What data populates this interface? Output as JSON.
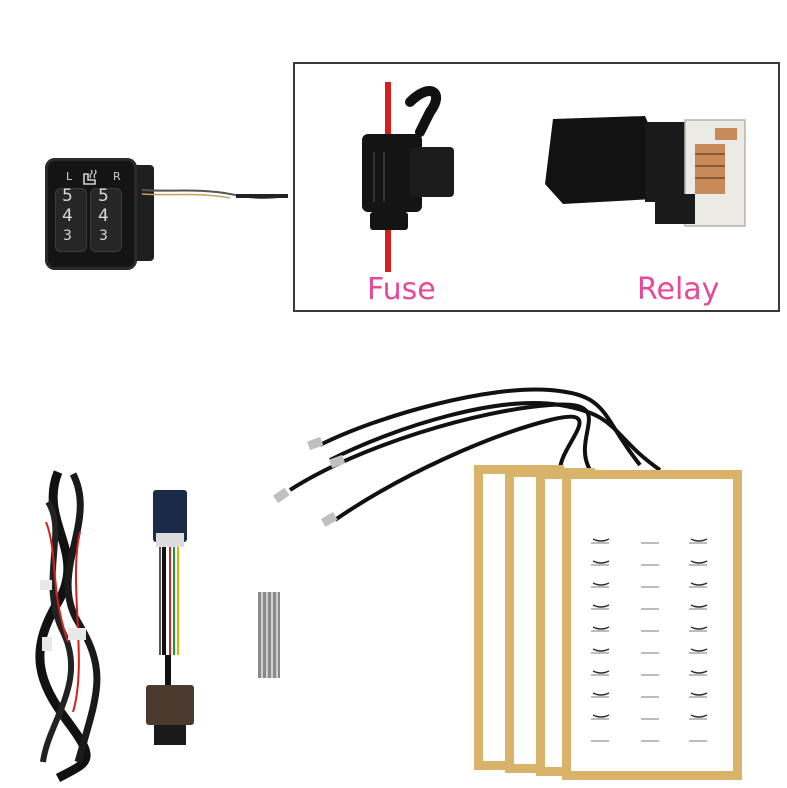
{
  "product_photo": {
    "switch": {
      "left_label": "L",
      "right_label": "R",
      "left_column": [
        "5",
        "4",
        "3"
      ],
      "right_column": [
        "5",
        "4",
        "3"
      ]
    },
    "inset": {
      "fuse_caption": "Fuse",
      "relay_caption": "Relay"
    },
    "colors": {
      "caption": "#e6499a",
      "inset_border": "#3a3a3a",
      "pad_border": "#d9b36a",
      "wire": "#111111",
      "wire_red": "#d6201b"
    }
  }
}
